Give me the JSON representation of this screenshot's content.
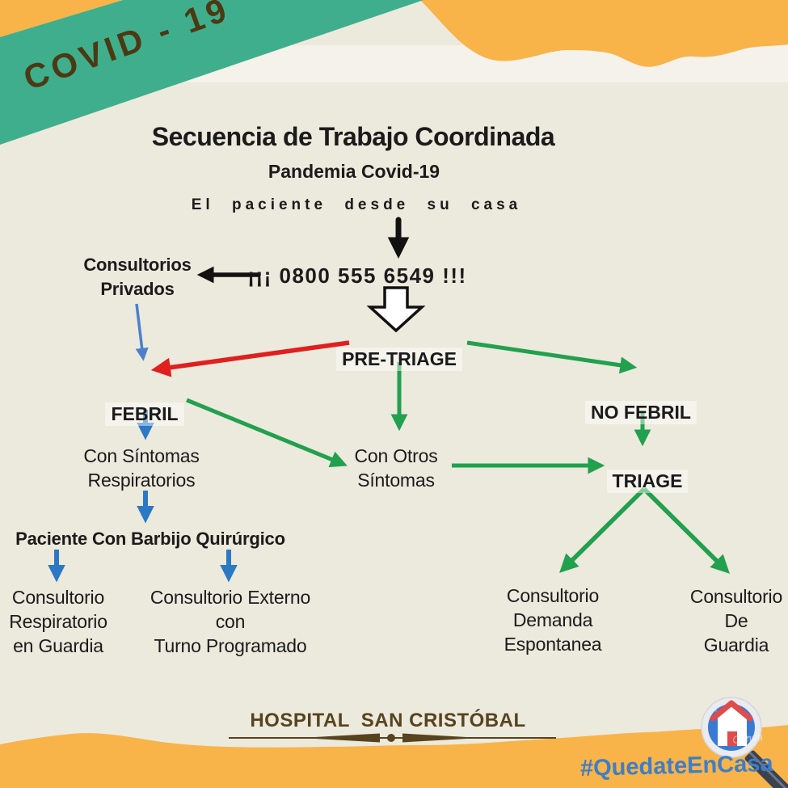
{
  "colors": {
    "bg": "#ECE9DD",
    "bg_light": "#F4F2EA",
    "teal": "#3FAE8C",
    "orange": "#F8B349",
    "ink": "#1B1B1B",
    "brown": "#57431E",
    "brown_dark": "#4C3913",
    "arrow_green": "#21A04E",
    "arrow_blue": "#2B78C5",
    "arrow_blue_light": "#4C80CC",
    "arrow_red": "#E01F1F",
    "arrow_black": "#111111",
    "hashtag_blue": "#3F7EC5",
    "lens_blue": "#3A7AD2",
    "roof_red": "#E04B4B",
    "handle_dark": "#3A4250"
  },
  "ribbon": {
    "label": "COVID - 19"
  },
  "header": {
    "title": "Secuencia de Trabajo Coordinada",
    "subtitle": "Pandemia Covid-19",
    "lead": "El paciente desde su casa"
  },
  "hotline": {
    "number": "¡¡¡ 0800 555 6549 !!!"
  },
  "nodes": {
    "consultorios_privados": "Consultorios\nPrivados",
    "pre_triage": "PRE-TRIAGE",
    "febril": "FEBRIL",
    "no_febril": "NO FEBRIL",
    "con_sintomas_respiratorios": "Con Síntomas\nRespiratorios",
    "con_otros_sintomas": "Con Otros\nSíntomas",
    "triage": "TRIAGE",
    "paciente_barbijo": "Paciente Con Barbijo Quirúrgico",
    "consultorio_respiratorio": "Consultorio\nRespiratorio\nen Guardia",
    "consultorio_externo": "Consultorio Externo\ncon\nTurno Programado",
    "consultorio_demanda": "Consultorio\nDemanda\nEspontanea",
    "consultorio_guardia": "Consultorio\nDe\nGuardia"
  },
  "footer": {
    "hospital": "HOSPITAL  SAN CRISTÓBAL",
    "hashtag": "#QuedateEnCasa",
    "watermark": "Canva"
  }
}
